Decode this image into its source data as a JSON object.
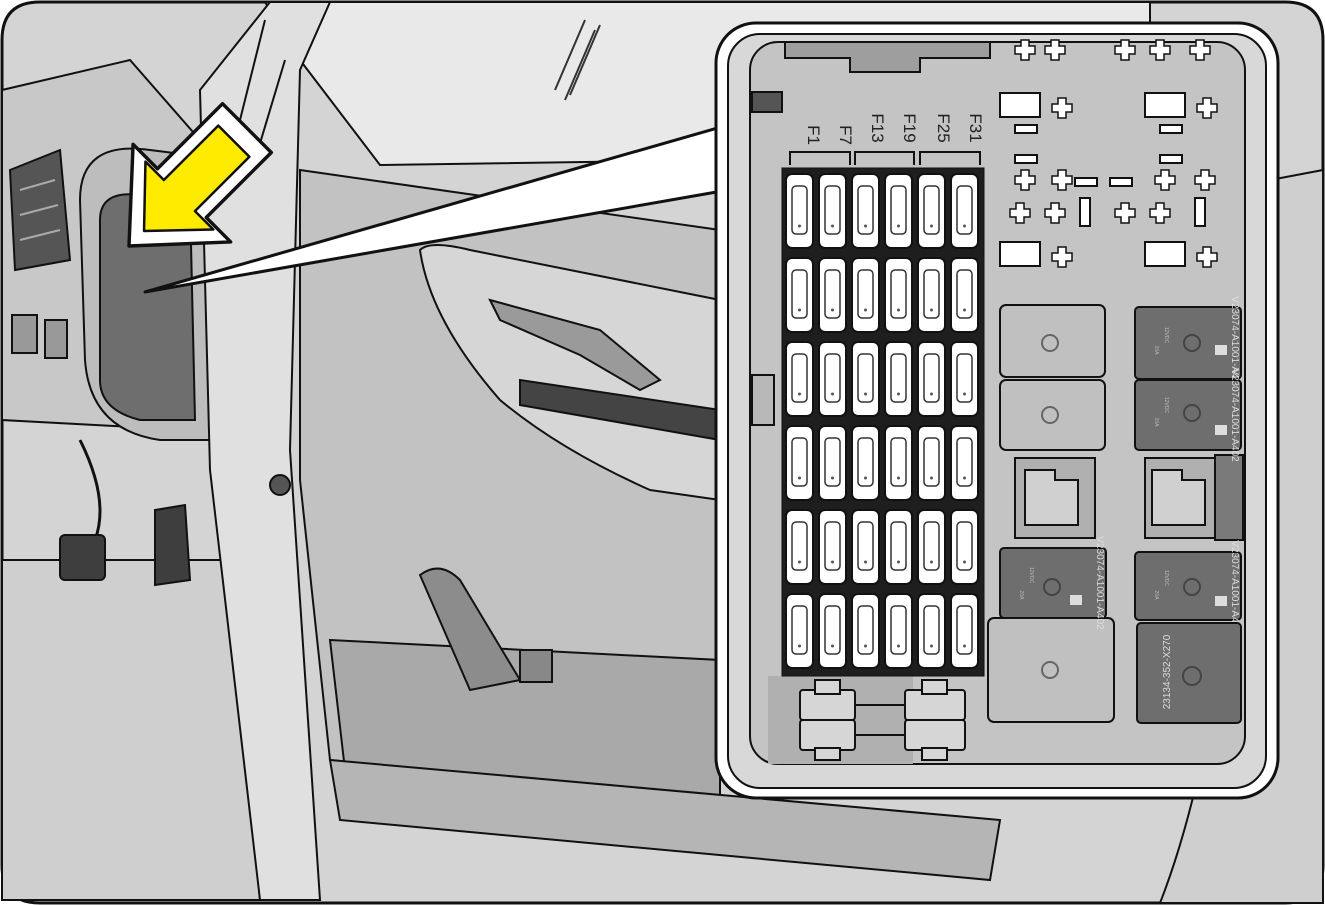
{
  "fuse_column_labels": [
    "F1",
    "F7",
    "F13",
    "F19",
    "F25",
    "F31"
  ],
  "fuse_grid": {
    "rows": 6,
    "cols": 6
  },
  "relays": {
    "r1": {
      "part": "V23074-A1001-A402",
      "rating": "20A",
      "voltage": "12VDC"
    },
    "r2": {
      "part": "V23074-A1001-A402",
      "rating": "20A",
      "voltage": "12VDC"
    },
    "r3": {
      "part": "V23074-A1001-A402",
      "rating": "20A",
      "voltage": "12VDC"
    },
    "r4": {
      "part": "V23074-A1001-A402",
      "rating": "20A",
      "voltage": "12VDC"
    },
    "r5": {
      "part": "23134-352-X270"
    }
  },
  "colors": {
    "arrow": "#FFEB00",
    "body_light": "#d8d8d8",
    "body_mid": "#bcbcbc",
    "body_dark": "#8c8c8c",
    "panel_bg": "#c6c6c6",
    "relay_dark": "#6e6e6e",
    "outline": "#1a1a1a"
  }
}
